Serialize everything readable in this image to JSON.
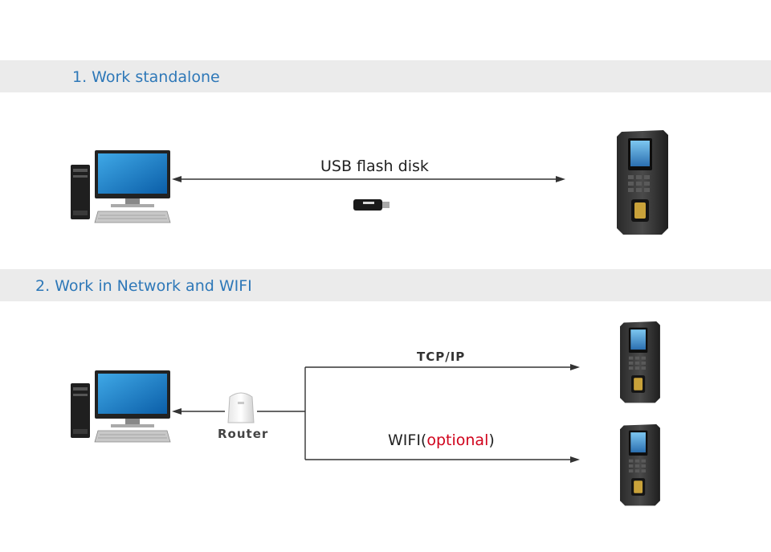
{
  "sections": [
    {
      "title": "1. Work standalone"
    },
    {
      "title": "2. Work in Network and WIFI"
    }
  ],
  "standalone": {
    "link_label": "USB flash disk"
  },
  "network": {
    "router_label": "Router",
    "tcpip_label": "TCP/IP",
    "wifi_prefix": "WIFI(",
    "wifi_optional": "optional",
    "wifi_suffix": ")"
  },
  "colors": {
    "section_title": "#2e78b8",
    "section_band": "#ebebeb",
    "optional_text": "#d0021b",
    "line": "#333333"
  }
}
